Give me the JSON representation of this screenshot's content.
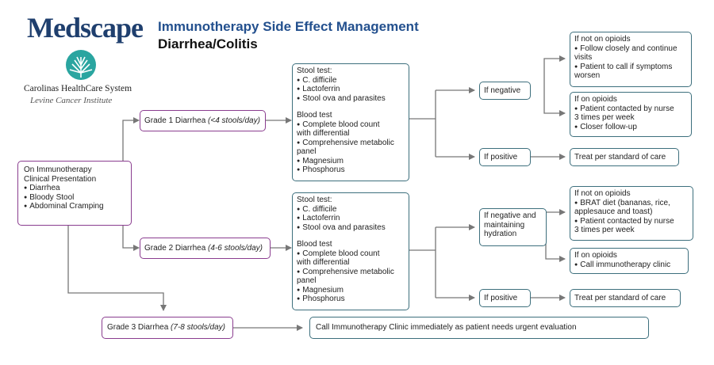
{
  "header": {
    "brand": "Medscape",
    "title": "Immunotherapy Side Effect Management",
    "subtitle": "Diarrhea/Colitis",
    "org_name": "Carolinas HealthCare System",
    "institute": "Levine Cancer Institute",
    "logo_icon": "tree-logo-icon",
    "accent_color": "#23508e"
  },
  "presentation": {
    "title": "On Immunotherapy",
    "subtitle": "Clinical Presentation",
    "items": [
      "Diarrhea",
      "Bloody Stool",
      "Abdominal Cramping"
    ]
  },
  "grades": {
    "g1_label": "Grade 1 Diarrhea ",
    "g1_detail": "(<4 stools/day)",
    "g2_label": "Grade 2 Diarrhea ",
    "g2_detail": "(4-6 stools/day)",
    "g3_label": "Grade 3 Diarrhea ",
    "g3_detail": "(7-8 stools/day)"
  },
  "tests": {
    "stool_title": "Stool test:",
    "stool_items": [
      "C. difficile",
      "Lactoferrin",
      "Stool ova and parasites"
    ],
    "blood_title": "Blood test",
    "blood_items": [
      "Complete blood count",
      "with differential",
      "Comprehensive metabolic",
      "panel",
      "Magnesium",
      "Phosphorus"
    ]
  },
  "outcomes": {
    "g1_negative": "If negative",
    "g1_positive": "If positive",
    "g2_negative": [
      "If negative and",
      "maintaining",
      "hydration"
    ],
    "g2_positive": "If positive",
    "treat": "Treat per standard of care"
  },
  "g1_not_opioids": {
    "title": "If not on opioids",
    "items": [
      "Follow closely and continue",
      "visits",
      "Patient to call if symptoms",
      "worsen"
    ]
  },
  "g1_opioids": {
    "title": "If on opioids",
    "items": [
      "Patient contacted by nurse",
      "3 times per week",
      "Closer follow-up"
    ]
  },
  "g2_not_opioids": {
    "title": "If not on opioids",
    "items": [
      "BRAT diet (bananas, rice,",
      "applesauce and toast)",
      "Patient contacted by nurse",
      "3 times per week"
    ]
  },
  "g2_opioids": {
    "title": "If on opioids",
    "items": [
      "Call immunotherapy clinic"
    ]
  },
  "g3_action": "Call Immunotherapy Clinic immediately as patient needs urgent evaluation",
  "colors": {
    "box_border": "#3d6f7d",
    "grade_border": "#8a3d8f",
    "connector": "#777777"
  }
}
